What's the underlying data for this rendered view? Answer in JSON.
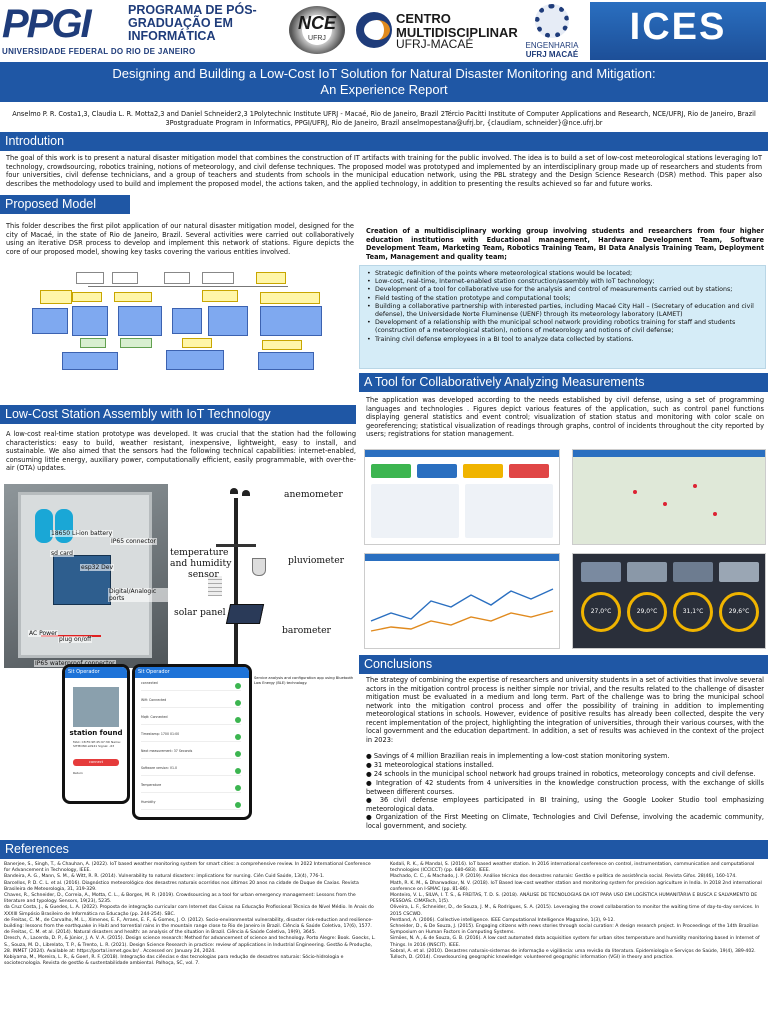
{
  "logos": {
    "ppgi_mark": "PPGI",
    "ppgi_program": "PROGRAMA DE PÓS-GRADUAÇÃO EM INFORMÁTICA",
    "ppgi_univ": "UNIVERSIDADE FEDERAL DO RIO DE JANEIRO",
    "nce_mark": "NCE",
    "nce_sub": "UFRJ",
    "cm_line1": "CENTRO MULTIDISCIPLINAR",
    "cm_line2": "UFRJ-MACAÉ",
    "eng_line1": "ENGENHARIA",
    "eng_line2": "UFRJ MACAÉ",
    "ices_mark": "ICES"
  },
  "title": {
    "line1": "Designing and Building a Low-Cost IoT Solution for Natural Disaster Monitoring and Mitigation:",
    "line2": "An Experience Report"
  },
  "authors": "Anselmo P. R. Costa1,3, Claudia L. R. Motta2,3  and Daniel Schneider2,3 1Polytechnic Institute UFRJ - Macaé, Rio de Janeiro, Brazil 2Tércio Pacitti Institute of Computer Applications and Research, NCE/UFRJ, Rio de Janeiro, Brazil 3Postgraduate Program in Informatics, PPGI/UFRJ, Rio de Janeiro, Brazil anselmopestana@ufrj.br, {claudiam, schneider}@nce.ufrj.br",
  "introduction": {
    "heading": "Introdution",
    "body": "The goal of this work is to present a natural disaster mitigation model that combines the construction of IT artifacts with training for the public involved. The idea is to build a set of low-cost meteorological stations leveraging IoT technology, crowdsourcing, robotics training, notions of meteorology, and civil defense techniques. The proposed model was prototyped and implemented by an interdisciplinary group made up of researchers and students from four universities, civil defense technicians, and a group of teachers and students from schools in the municipal education network, using the PBL strategy and the Design Science Research (DSR) method. This paper also describes the methodology used to build and implement the proposed model, the actions taken, and the applied technology, in addition to presenting the results achieved so far and future works."
  },
  "proposed_model": {
    "heading": "Proposed Model",
    "body": "This folder describes the first pilot application of our natural disaster mitigation model, designed for the city of Macaé, in the state of Rio de Janeiro, Brazil. Several activities were carried out collaboratively using an iterative DSR process to develop and implement this network of stations. Figure depicts the core of our proposed model, showing key tasks covering the various entities involved.",
    "creation": "Creation of a multidisciplinary working group involving students and researchers from four higher education institutions with Educational management, Hardware Development Team, Software Development Team, Marketing Team, Robotics Training Team, BI Data Analysis Training Team, Deployment Team, Management and quality team;",
    "bullets": [
      "Strategic definition of the points where meteorological stations would be located;",
      "Low-cost, real-time, Internet-enabled station construction/assembly with IoT technology;",
      "Development of a tool for collaborative use for the analysis and control of measurements carried out by stations;",
      "Field testing of the station prototype and computational tools;",
      "Building a collaborative partnership with interested parties, including Macaé City Hall – (Secretary of education and civil defense), the Universidade Norte Fluminense (UENF) through its meteorology laboratory (LAMET)",
      "Development of a relationship with the municipal school network providing robotics training for staff and students (construction of a meteorological station), notions of meteorology and notions of civil defense;",
      "Training civil defense employees in a BI tool to analyze data collected by stations."
    ]
  },
  "low_cost": {
    "heading": "Low-Cost Station Assembly with IoT Technology",
    "body": "A low-cost real-time station prototype was developed. It was crucial that the station had the following characteristics: easy to build, weather resistant, inexpensive, lightweight, easy to install, and sustainable. We also aimed that the sensors had the following technical capabilities: internet-enabled, consuming little energy, auxiliary power, computationally efficient, easily programmable, with over-the-air (OTA) updates.",
    "box_labels": [
      "18650 Li-ion battery",
      "sd card",
      "esp32 Dev",
      "IP65 connector",
      "Digital/Analogic ports",
      "AC Power",
      "plug on/off",
      "IP65 waterproof connector"
    ],
    "station_labels": [
      "anemometer",
      "temperature",
      "and humidity",
      "sensor",
      "pluviometer",
      "solar panel",
      "barometer"
    ],
    "phone1": {
      "bar": "Sit Operador",
      "found": "station found",
      "details": "MAC: C8:F0:9E:45:97:3D Name: SITMON0 e0941 Signal: -63",
      "button": "connect",
      "return": "Return"
    },
    "phone2": {
      "bar": "Sit Operador",
      "rows": [
        "connected",
        "Wifi: Connected",
        "Mqtt: Connected",
        "Timestamp: 1700 01:00",
        "Next measurement: 37 Seconds",
        "Software version: V1.0",
        "Temperature",
        "Humidity"
      ]
    },
    "ble_note": "Service analysis and configuration app using Bluetooth Low Energy (BLE) technology."
  },
  "tool": {
    "heading": "A Tool for Collaboratively Analyzing Measurements",
    "body": "The application was developed according to the needs established by civil defense, using a set of programming languages and technologies . Figures depict various features of the application, such as control panel functions displaying general statistics and event control; visualization of station status and monitoring with color scale on georeferencing; statistical visualization of readings through graphs, control of incidents throughout the city reported by users; registrations for station management.",
    "gauges": [
      "27,0°C",
      "29,0°C",
      "31,1°C",
      "29,6°C"
    ]
  },
  "conclusions": {
    "heading": "Conclusions",
    "body": "The strategy of combining the expertise of researchers and university students in a set of activities that involve several actors in the mitigation control process is neither simple nor trivial, and the results related to the challenge of disaster mitigation must be evaluated in a medium and long term. Part of the challenge was to bring the municipal school network into the mitigation control process and offer the possibility of training in addition to implementing meteorological stations in schools. However, evidence of positive results has already been collected, despite the very recent implementation of the project, highlighting the integration of universities, through their various courses, with the local government and the education department. In addition, a set of results was achieved in the context of the project in 2023:",
    "results": [
      "● Savings of 4 million Brazilian reais in implementing a low-cost station monitoring system.",
      "● 31 meteorological stations installed.",
      "● 24 schools in the municipal school network had groups trained in robotics, meteorology concepts and civil defense.",
      "● Integration of 42 students from 4 universities in the knowledge construction process, with the exchange of skills between different courses.",
      "● 36 civil defense employees participated in BI training, using the Google Looker Studio tool emphasizing meteorological data.",
      "● Organization of the First Meeting on Climate, Technologies and Civil Defense, involving the academic community, local government, and society."
    ]
  },
  "references": {
    "heading": "References",
    "left": [
      "Banerjee, S., Singh, T., & Chauhan, A. (2022). IoT based weather monitoring system for smart cities: a comprehensive review. In 2022 International Conference for Advancement in Technology, IEEE.",
      "Bandeira, A. G., Mann, S. M., & Witt, R. R. (2014). Vulnerability to natural disasters: implications for nursing. Ciên Cuid Saúde, 13(4), 776-1.",
      "Barcellos, P. D. C. L. et al. (2016). Diagnóstico meteorológico dos desastres naturais ocorridos nos últimos 20 anos na cidade de Duque de Caxias. Revista Brasileira de Meteorologia, 31, 319-329.",
      "Chaves, R., Schneider, D., Correia, A., Motta, C. L., & Borges, M. R. (2019). Crowdsourcing as a tool for urban emergency management: Lessons from the literature and typology. Sensors, 19(23), 5235.",
      "da Cruz Costa, J., & Guedes, L. A. (2022). Proposta de integração curricular com Internet das Coisas na Educação Profissional Técnica de Nível Médio. In Anais do XXXIII Simpósio Brasileiro de Informática na Educação (pp. 244-254). SBC.",
      "de Freitas, C. M., de Carvalho, M. L., Ximenes, E. F., Arraes, E. F., & Gomes, J. O. (2012). Socio-environmental vulnerability, disaster risk-reduction and resilience-building: lessons from the earthquake in Haiti and torrential rains in the mountain range close to Rio de Janeiro in Brazil. Ciência & Saúde Coletiva, 17(6), 1577.",
      "de Freitas, C. M. et al. (2014). Natural disasters and health: an analysis of the situation in Brazil. Ciência & Saúde Coletiva, 19(9), 3645.",
      "Dresch, A., Lacerda, D. P., & Júnior, J. A. V. A. (2015). Design science research: Method for advancement of science and technology. Porto Alegre: Book. Goecks, L. S., Souza, M. D., Librelato, T. P., & Trento, L. R. (2021). Design Science Research in practice: review of applications in Industrial Engineering. Gestão & Produção, 28. INMET (2024). Available at: https://portal.inmet.gov.br/ . Accessed on: January 24, 2024.",
      "Kobiyama, M., Moreira, L. R., & Goerl, R. F. (2018). Integração das ciências e das tecnologias para redução de desastres naturais: Sócio-hidrologia e sociotecnologia. Revista de gestão & sustentabilidade ambiental. Palhoça, SC, vol. 7."
    ],
    "right": [
      "Kodali, R. K., & Mandal, S. (2016). IoT based weather station. In 2016 international conference on control, instrumentation, communication and computational technologies (ICCICCT) (pp. 680-683). IEEE.",
      "Machado, C. C., & Machado, J. P. (2019). Análise técnica dos desastres naturais: Gestão e política de assistência social. Revista Gifos. 28(46), 160-174.",
      "Math, R. K. M., & Dharwadkar, N. V. (2018). IoT Based low-cost weather station and monitoring system for precision agriculture in India. In 2018 2nd international conference on I-SMAC (pp. 81-86).",
      "Monteiro, V. L., SILVA, I. T. S., & FREITAS, T. D. S. (2018). ANÁLISE DE TECNOLOGIAS DA IOT PARA USO EM LOGÍSTICA HUMANITÁRIA E BUSCA E SALVAMENTO DE PESSOAS. CIMATech, 1(5).",
      "Oliveira, L. F., Schneider, D., de Souza, J. M., & Rodrigues, S. A. (2015). Leveraging the crowd collaboration to monitor the waiting time of day-to-day services. In 2015 CSCWD.",
      "Pentland, A. (2006). Collective intelligence. IEEE Computational Intelligence Magazine, 1(3), 9-12.",
      "Schneider, D., & De Souza, J. (2015). Engaging citizens with news stories through social curation: A design research project. In Proceedings of the 14th Brazilian Symposium on Human Factors in Computing Systems.",
      "Simões, N. A., & de Souza, G. B. (2016). A low cost automated data acquisition system for urban sites temperature and humidity monitoring based in Internet of Things. In 2016 (INSCIT). IEEE.",
      "Sobral, A. et al. (2010). Desastres naturais-sistemas de informação e vigilância: uma revisão da literatura. Epidemiologia e Serviços de Saúde, 19(4), 389-402.",
      "Tulloch, D. (2014). Crowdsourcing geographic knowledge: volunteered geographic information (VGI) in theory and practice."
    ]
  }
}
